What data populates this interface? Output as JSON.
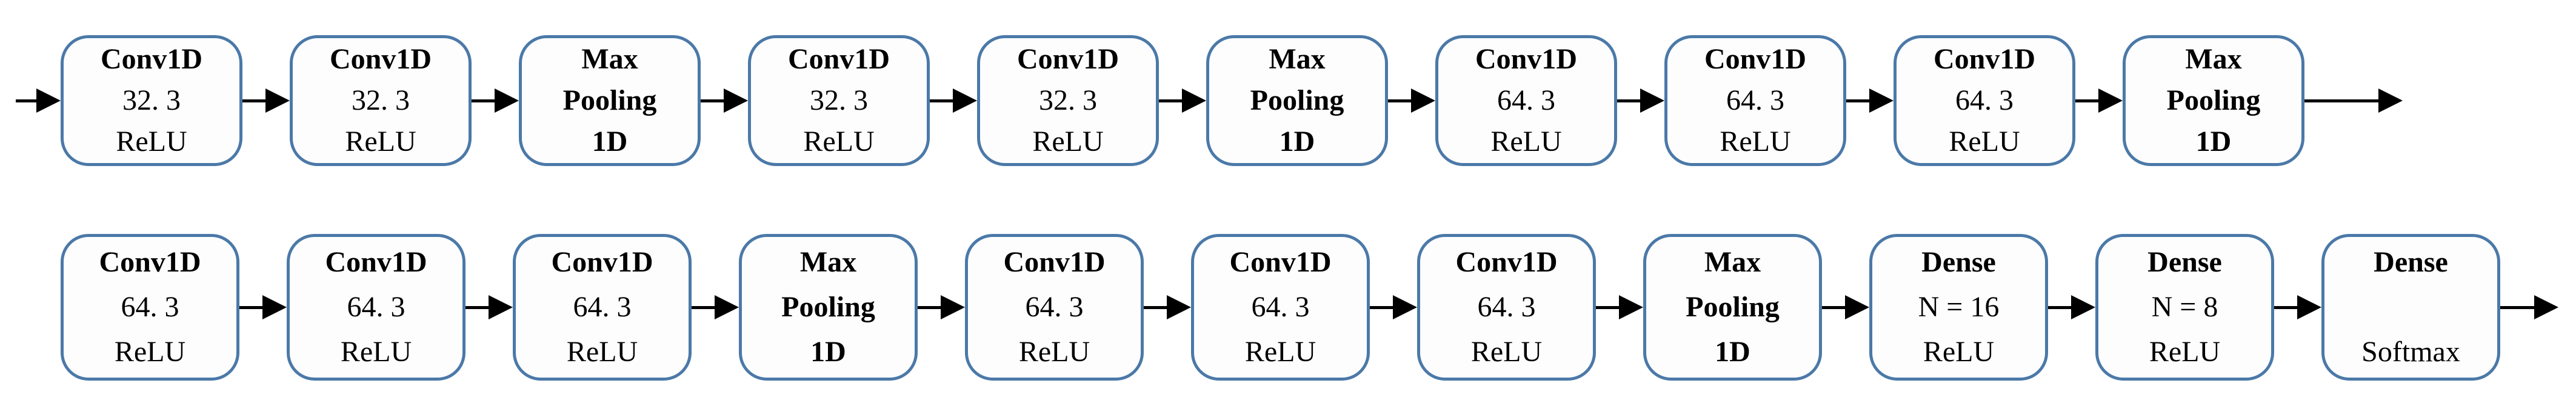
{
  "colors": {
    "box_border": "#4b79a8",
    "box_fill": "#fdfdfe",
    "arrow": "#000000",
    "text": "#000000",
    "page_bg": "#ffffff"
  },
  "rows": [
    {
      "name": "row-1",
      "boxes": [
        {
          "type": "conv",
          "lines": [
            "Conv1D",
            "32. 3",
            "ReLU"
          ]
        },
        {
          "type": "conv",
          "lines": [
            "Conv1D",
            "32. 3",
            "ReLU"
          ]
        },
        {
          "type": "maxpool",
          "lines": [
            "Max",
            "Pooling",
            "1D"
          ]
        },
        {
          "type": "conv",
          "lines": [
            "Conv1D",
            "32. 3",
            "ReLU"
          ]
        },
        {
          "type": "conv",
          "lines": [
            "Conv1D",
            "32. 3",
            "ReLU"
          ]
        },
        {
          "type": "maxpool",
          "lines": [
            "Max",
            "Pooling",
            "1D"
          ]
        },
        {
          "type": "conv",
          "lines": [
            "Conv1D",
            "64. 3",
            "ReLU"
          ]
        },
        {
          "type": "conv",
          "lines": [
            "Conv1D",
            "64. 3",
            "ReLU"
          ]
        },
        {
          "type": "conv",
          "lines": [
            "Conv1D",
            "64. 3",
            "ReLU"
          ]
        },
        {
          "type": "maxpool",
          "lines": [
            "Max",
            "Pooling",
            "1D"
          ]
        }
      ]
    },
    {
      "name": "row-2",
      "boxes": [
        {
          "type": "conv",
          "lines": [
            "Conv1D",
            "64. 3",
            "ReLU"
          ]
        },
        {
          "type": "conv",
          "lines": [
            "Conv1D",
            "64. 3",
            "ReLU"
          ]
        },
        {
          "type": "conv",
          "lines": [
            "Conv1D",
            "64. 3",
            "ReLU"
          ]
        },
        {
          "type": "maxpool",
          "lines": [
            "Max",
            "Pooling",
            "1D"
          ]
        },
        {
          "type": "conv",
          "lines": [
            "Conv1D",
            "64. 3",
            "ReLU"
          ]
        },
        {
          "type": "conv",
          "lines": [
            "Conv1D",
            "64. 3",
            "ReLU"
          ]
        },
        {
          "type": "conv",
          "lines": [
            "Conv1D",
            "64. 3",
            "ReLU"
          ]
        },
        {
          "type": "maxpool",
          "lines": [
            "Max",
            "Pooling",
            "1D"
          ]
        },
        {
          "type": "dense",
          "lines": [
            "Dense",
            "N = 16",
            "ReLU"
          ]
        },
        {
          "type": "dense",
          "lines": [
            "Dense",
            "N = 8",
            "ReLU"
          ]
        },
        {
          "type": "dense",
          "lines": [
            "Dense",
            "",
            "Softmax"
          ]
        }
      ]
    }
  ]
}
